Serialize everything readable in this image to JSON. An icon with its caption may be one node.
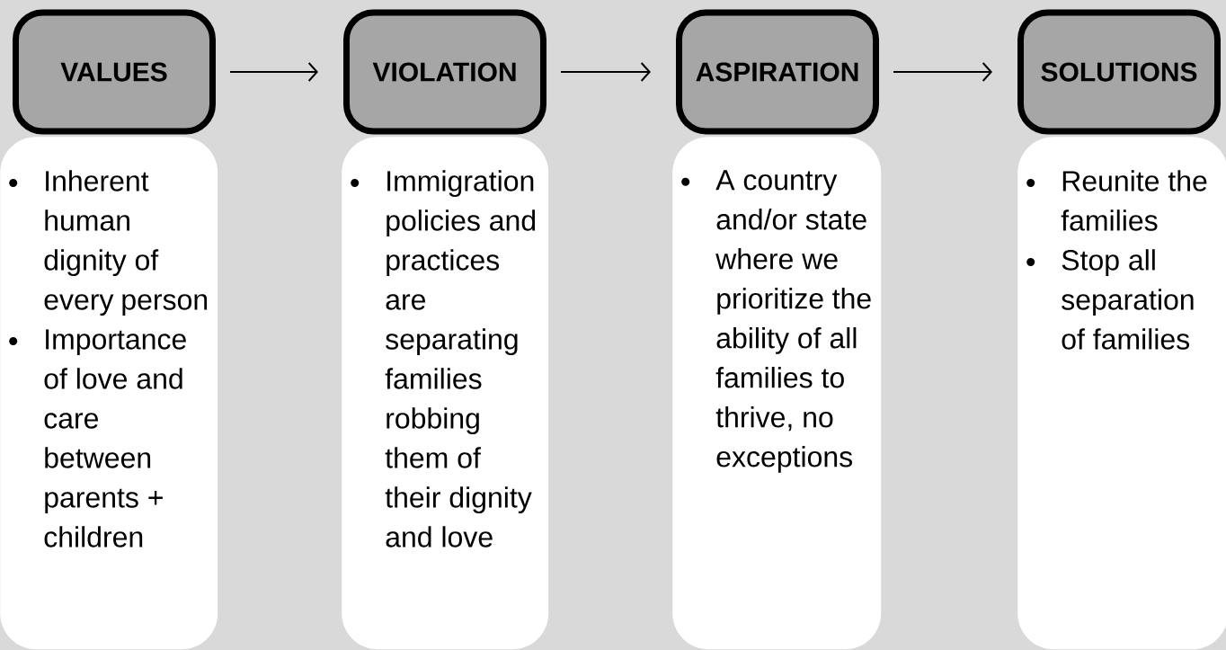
{
  "diagram": {
    "nodes": [
      {
        "text": [
          "VALUES"
        ]
      },
      {
        "text": [
          "VIOLATION"
        ]
      },
      {
        "text": [
          "ASPIRATION"
        ]
      },
      {
        "text": [
          "SOLUTIONS"
        ]
      },
      {
        "text": [
          "Inherent human dignity of every person",
          "Importance of love and care between parents + children"
        ]
      },
      {
        "text": [
          "Immigration policies and practices are separating families robbing them of their dignity and love"
        ]
      },
      {
        "text": [
          "A country and/or state where we prioritize the ability of all families to thrive, no exceptions"
        ]
      },
      {
        "text": [
          "Reunite the families",
          "Stop all separation of families"
        ]
      }
    ],
    "edges": [
      {
        "from": 0,
        "to": 1,
        "arrow": "to"
      },
      {
        "from": 1,
        "to": 2,
        "arrow": "to"
      },
      {
        "from": 2,
        "to": 3,
        "arrow": "to"
      }
    ]
  }
}
